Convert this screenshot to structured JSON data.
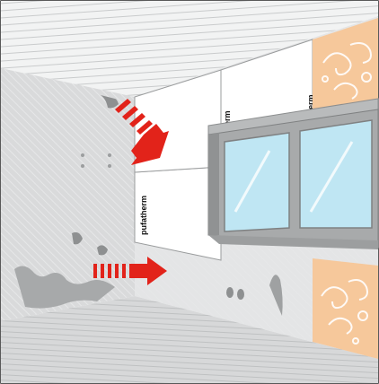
{
  "brand": {
    "board_label": "pufatherm",
    "board_label_partial_1": "erm",
    "board_label_partial_2": "erm"
  },
  "colors": {
    "arrow_red": "#e2231a",
    "wall_grey": "#d9dadb",
    "board_white": "#ffffff",
    "wallpaper_peach": "#f6c89b",
    "window_glass": "#bfe6f3",
    "frame_grey": "#a8aaab",
    "mold_grey": "#8e9091"
  },
  "icons": {
    "arrows": [
      "red-arrow-down-right-icon",
      "red-arrow-right-icon"
    ],
    "stains": [
      "mold-stain-icon"
    ]
  }
}
